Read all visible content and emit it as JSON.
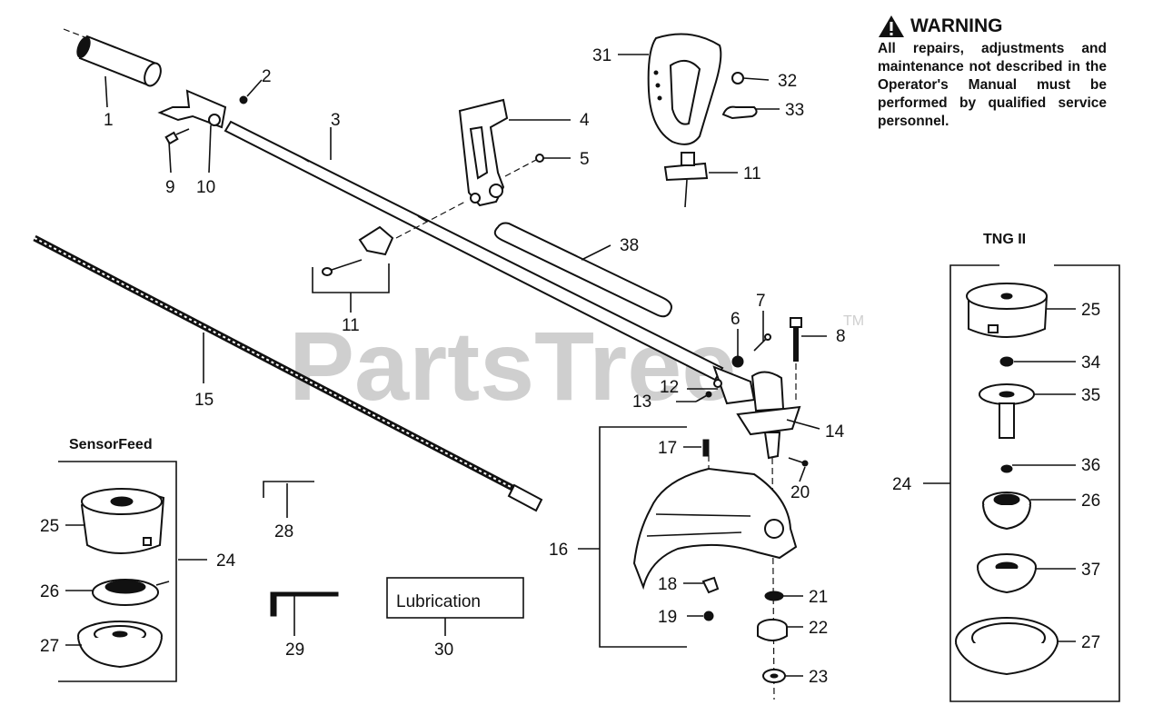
{
  "watermark": {
    "text": "PartsTree",
    "trademark": "TM"
  },
  "warning": {
    "title": "WARNING",
    "body": "All repairs, adjustments and maintenance not described in the Operator's Manual must be performed by qualified service personnel."
  },
  "kits": {
    "sensor_feed": "SensorFeed",
    "tng": "TNG II",
    "lubrication": "Lubrication"
  },
  "callouts": [
    {
      "id": "c1",
      "label": "1"
    },
    {
      "id": "c2",
      "label": "2"
    },
    {
      "id": "c3",
      "label": "3"
    },
    {
      "id": "c4",
      "label": "4"
    },
    {
      "id": "c5",
      "label": "5"
    },
    {
      "id": "c6",
      "label": "6"
    },
    {
      "id": "c7",
      "label": "7"
    },
    {
      "id": "c8",
      "label": "8"
    },
    {
      "id": "c9",
      "label": "9"
    },
    {
      "id": "c10",
      "label": "10"
    },
    {
      "id": "c11a",
      "label": "11"
    },
    {
      "id": "c11b",
      "label": "11"
    },
    {
      "id": "c12",
      "label": "12"
    },
    {
      "id": "c13",
      "label": "13"
    },
    {
      "id": "c14",
      "label": "14"
    },
    {
      "id": "c15",
      "label": "15"
    },
    {
      "id": "c16",
      "label": "16"
    },
    {
      "id": "c17",
      "label": "17"
    },
    {
      "id": "c18",
      "label": "18"
    },
    {
      "id": "c19",
      "label": "19"
    },
    {
      "id": "c20",
      "label": "20"
    },
    {
      "id": "c21",
      "label": "21"
    },
    {
      "id": "c22",
      "label": "22"
    },
    {
      "id": "c23",
      "label": "23"
    },
    {
      "id": "c24a",
      "label": "24"
    },
    {
      "id": "c24b",
      "label": "24"
    },
    {
      "id": "c25a",
      "label": "25"
    },
    {
      "id": "c25b",
      "label": "25"
    },
    {
      "id": "c26a",
      "label": "26"
    },
    {
      "id": "c26b",
      "label": "26"
    },
    {
      "id": "c27a",
      "label": "27"
    },
    {
      "id": "c27b",
      "label": "27"
    },
    {
      "id": "c28",
      "label": "28"
    },
    {
      "id": "c29",
      "label": "29"
    },
    {
      "id": "c30",
      "label": "30"
    },
    {
      "id": "c31",
      "label": "31"
    },
    {
      "id": "c32",
      "label": "32"
    },
    {
      "id": "c33",
      "label": "33"
    },
    {
      "id": "c34",
      "label": "34"
    },
    {
      "id": "c35",
      "label": "35"
    },
    {
      "id": "c36",
      "label": "36"
    },
    {
      "id": "c37",
      "label": "37"
    },
    {
      "id": "c38",
      "label": "38"
    }
  ]
}
